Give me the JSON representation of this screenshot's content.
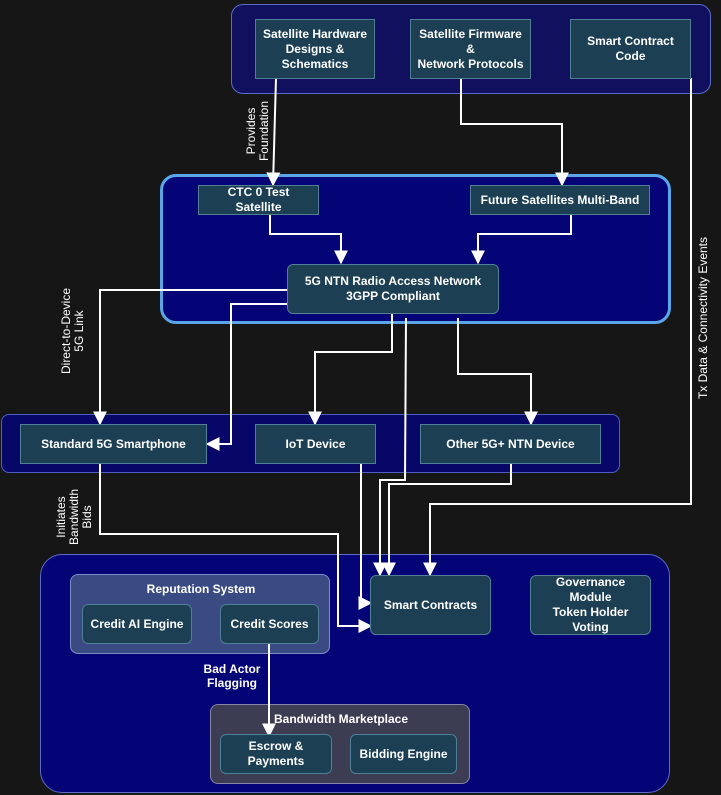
{
  "groups": {
    "reputation_title": "Reputation System",
    "marketplace_title": "Bandwidth Marketplace"
  },
  "nodes": {
    "hardware": "Satellite Hardware\nDesigns &\nSchematics",
    "firmware": "Satellite Firmware &\nNetwork Protocols",
    "smart_contract_code": "Smart Contract\nCode",
    "ctc0": "CTC 0 Test Satellite",
    "future_sats": "Future Satellites Multi-Band",
    "ran": "5G NTN Radio Access Network\n3GPP Compliant",
    "smartphone": "Standard 5G Smartphone",
    "iot": "IoT Device",
    "ntn_device": "Other 5G+ NTN Device",
    "smart_contracts": "Smart Contracts",
    "governance": "Governance Module\nToken Holder Voting",
    "credit_ai": "Credit AI Engine",
    "credit_scores": "Credit Scores",
    "escrow": "Escrow &\nPayments",
    "bidding": "Bidding Engine"
  },
  "edge_labels": {
    "provides_foundation": "Provides\nFoundation",
    "direct_to_device": "Direct-to-Device\n5G Link",
    "tx_data": "Tx Data & Connectivity Events",
    "initiates_bids": "Initiates\nBandwidth\nBids",
    "bad_actor": "Bad Actor\nFlagging"
  },
  "colors": {
    "background": "#161616",
    "node_fill": "#1c3f54",
    "group_fill": "#040476",
    "edge": "#ffffff"
  }
}
